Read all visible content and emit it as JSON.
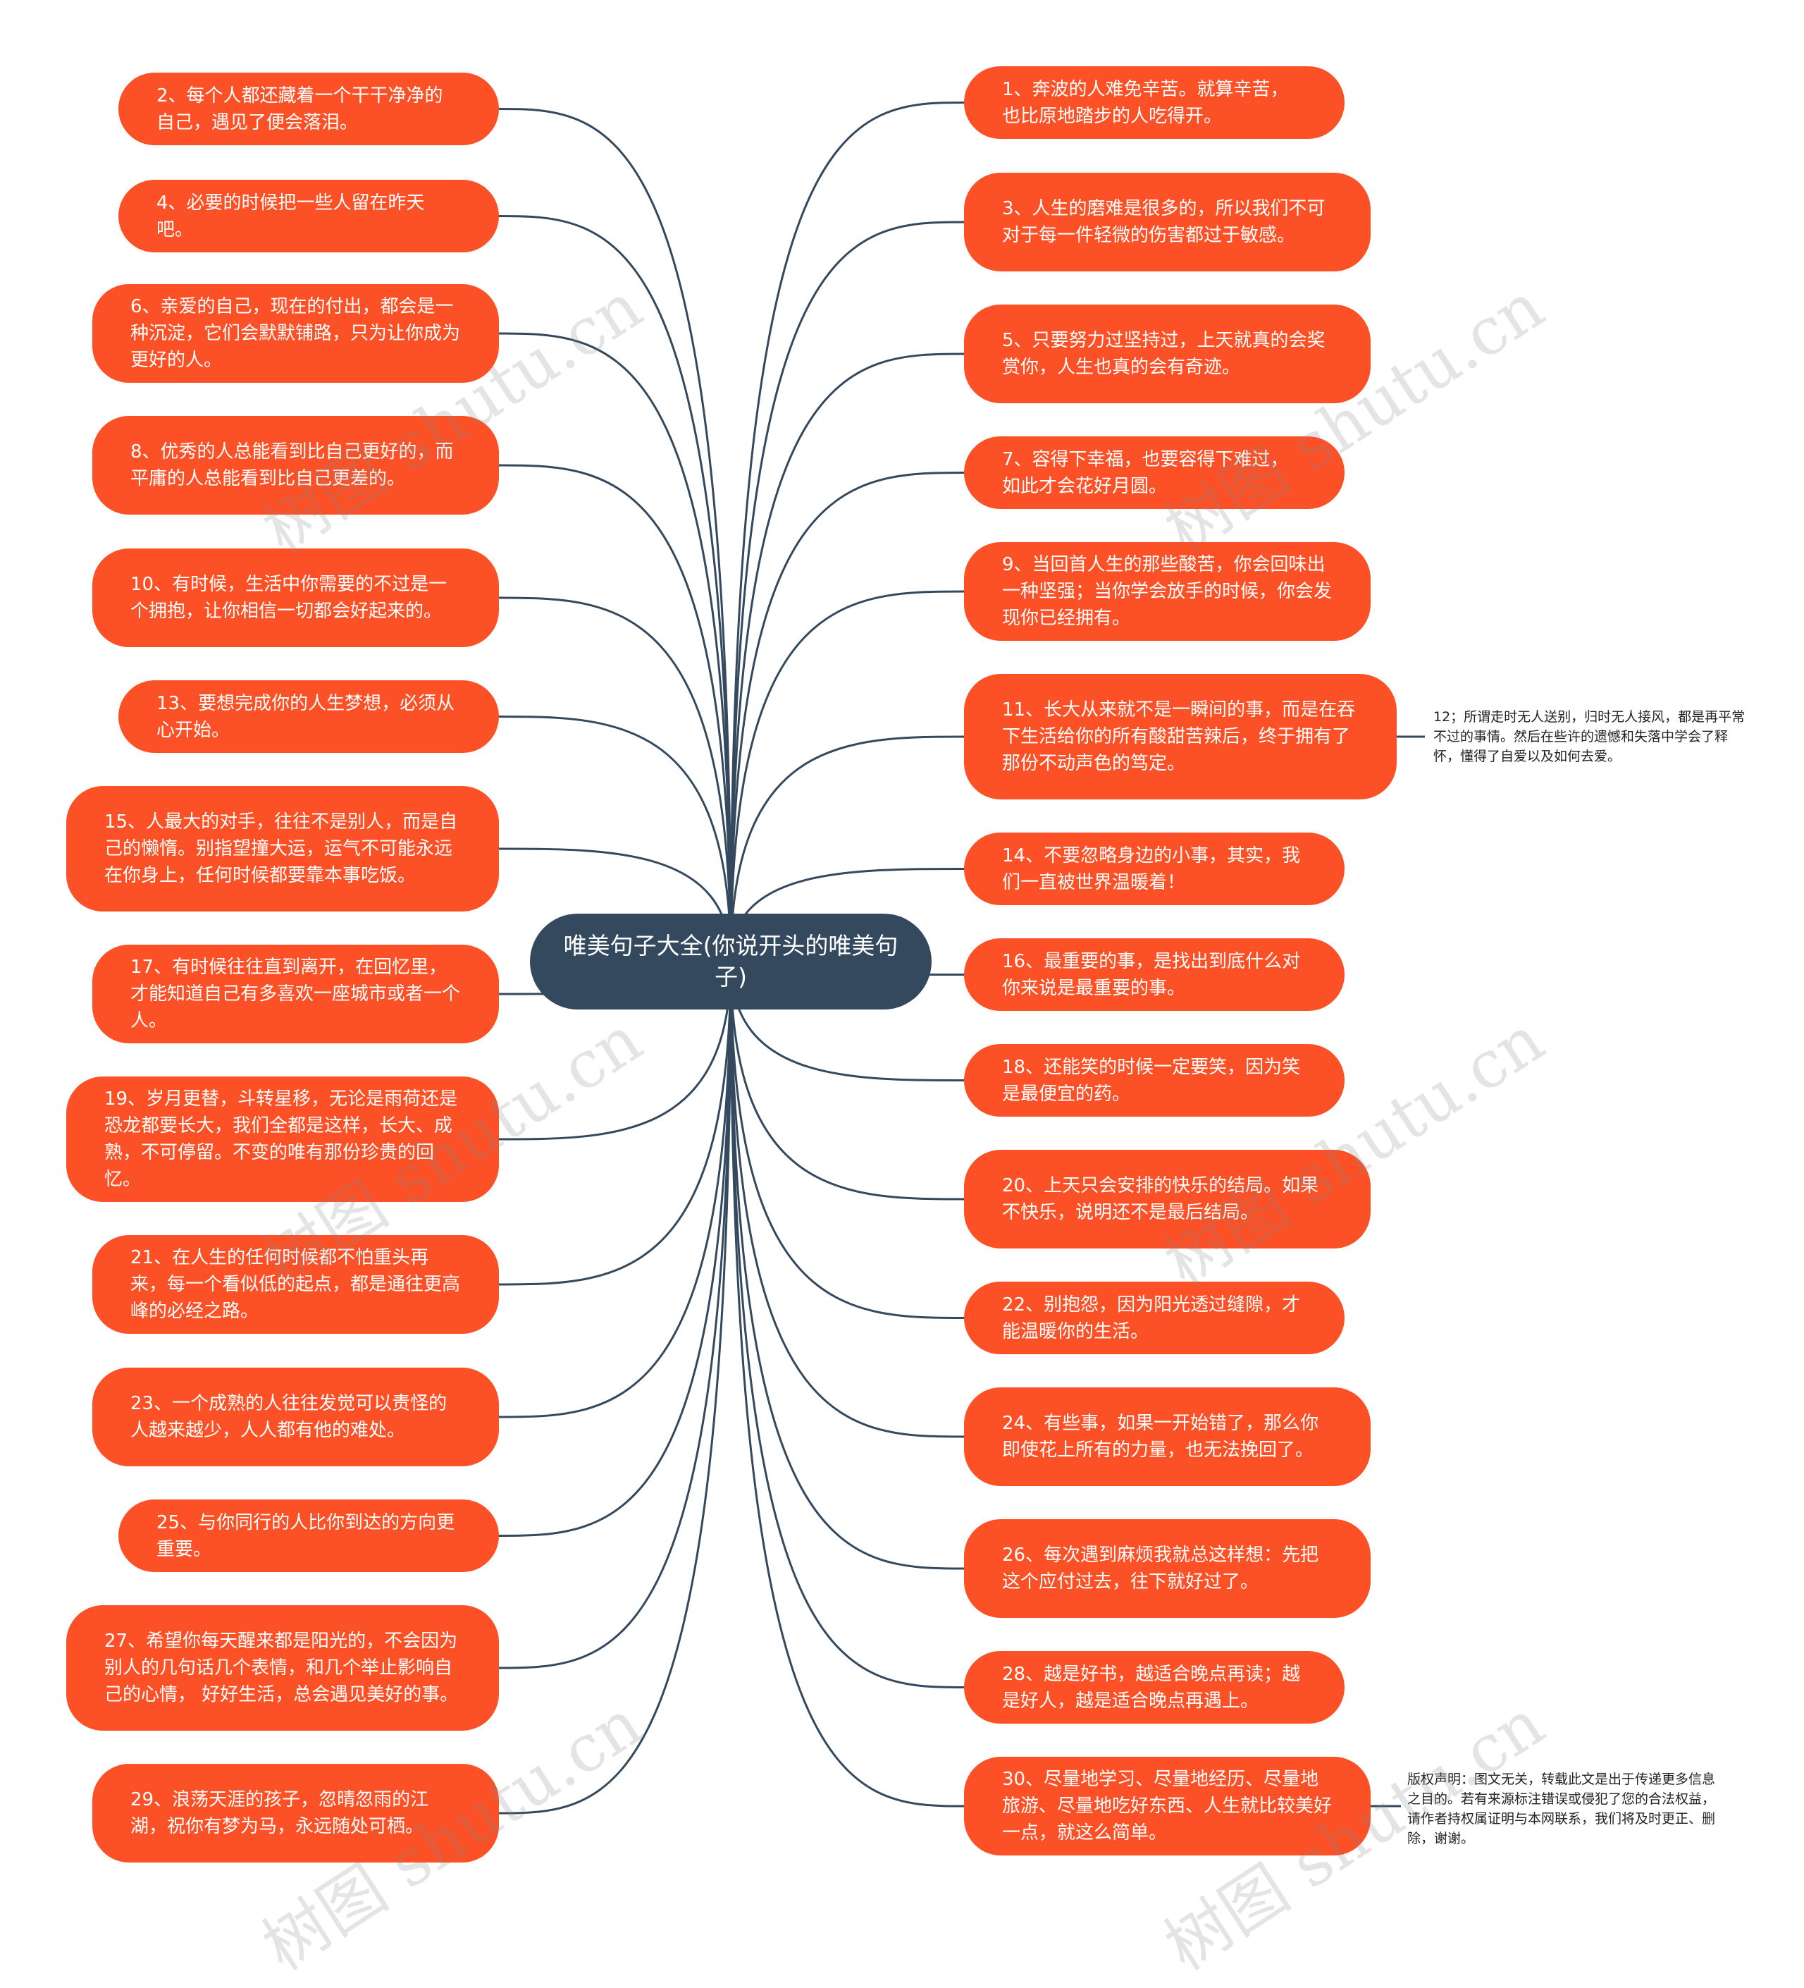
{
  "center": {
    "label": "唯美句子大全(你说开头的唯美句子)"
  },
  "left_nodes": [
    {
      "text": "2、每个人都还藏着一个干干净净的自己，遇见了便会落泪。"
    },
    {
      "text": "4、必要的时候把一些人留在昨天吧。"
    },
    {
      "text": "6、亲爱的自己，现在的付出，都会是一种沉淀，它们会默默铺路，只为让你成为更好的人。"
    },
    {
      "text": "8、优秀的人总能看到比自己更好的，而平庸的人总能看到比自己更差的。"
    },
    {
      "text": "10、有时候，生活中你需要的不过是一个拥抱，让你相信一切都会好起来的。"
    },
    {
      "text": "13、要想完成你的人生梦想，必须从心开始。"
    },
    {
      "text": "15、人最大的对手，往往不是别人，而是自己的懒惰。别指望撞大运，运气不可能永远在你身上，任何时候都要靠本事吃饭。"
    },
    {
      "text": "17、有时候往往直到离开，在回忆里，才能知道自己有多喜欢一座城市或者一个人。"
    },
    {
      "text": "19、岁月更替，斗转星移，无论是雨荷还是恐龙都要长大，我们全都是这样，长大、成熟，不可停留。不变的唯有那份珍贵的回忆。"
    },
    {
      "text": "21、在人生的任何时候都不怕重头再来，每一个看似低的起点，都是通往更高峰的必经之路。"
    },
    {
      "text": "23、一个成熟的人往往发觉可以责怪的人越来越少，人人都有他的难处。"
    },
    {
      "text": "25、与你同行的人比你到达的方向更重要。"
    },
    {
      "text": "27、希望你每天醒来都是阳光的，不会因为别人的几句话几个表情，和几个举止影响自己的心情， 好好生活，总会遇见美好的事。"
    },
    {
      "text": "29、浪荡天涯的孩子，忽晴忽雨的江湖，祝你有梦为马，永远随处可栖。"
    }
  ],
  "right_nodes": [
    {
      "text": "1、奔波的人难免辛苦。就算辛苦，也比原地踏步的人吃得开。"
    },
    {
      "text": "3、人生的磨难是很多的，所以我们不可对于每一件轻微的伤害都过于敏感。"
    },
    {
      "text": "5、只要努力过坚持过，上天就真的会奖赏你，人生也真的会有奇迹。"
    },
    {
      "text": "7、容得下幸福，也要容得下难过，如此才会花好月圆。"
    },
    {
      "text": "9、当回首人生的那些酸苦，你会回味出一种坚强；当你学会放手的时候，你会发现你已经拥有。"
    },
    {
      "text": "11、长大从来就不是一瞬间的事，而是在吞下生活给你的所有酸甜苦辣后，终于拥有了那份不动声色的笃定。"
    },
    {
      "text": "14、不要忽略身边的小事，其实，我们一直被世界温暖着！"
    },
    {
      "text": "16、最重要的事，是找出到底什么对你来说是最重要的事。"
    },
    {
      "text": "18、还能笑的时候一定要笑，因为笑是最便宜的药。"
    },
    {
      "text": "20、上天只会安排的快乐的结局。如果不快乐，说明还不是最后结局。"
    },
    {
      "text": "22、别抱怨，因为阳光透过缝隙，才能温暖你的生活。"
    },
    {
      "text": "24、有些事，如果一开始错了，那么你即使花上所有的力量，也无法挽回了。"
    },
    {
      "text": "26、每次遇到麻烦我就总这样想：先把这个应付过去，往下就好过了。"
    },
    {
      "text": "28、越是好书，越适合晚点再读；越是好人，越是适合晚点再遇上。"
    },
    {
      "text": "30、尽量地学习、尽量地经历、尽量地旅游、尽量地吃好东西、人生就比较美好一点，就这么简单。"
    }
  ],
  "notes": [
    {
      "text": "12；所谓走时无人送别，归时无人接风，都是再平常不过的事情。然后在些许的遗憾和失落中学会了释怀，懂得了自爱以及如何去爱。"
    },
    {
      "text": "版权声明：图文无关，转载此文是出于传递更多信息之目的。若有来源标注错误或侵犯了您的合法权益，请作者持权属证明与本网联系，我们将及时更正、删除，谢谢。"
    }
  ],
  "watermark": "树图 shutu.cn",
  "colors": {
    "node": "#fc5127",
    "center": "#34495e",
    "edge": "#34495e",
    "text": "#ffffff"
  }
}
